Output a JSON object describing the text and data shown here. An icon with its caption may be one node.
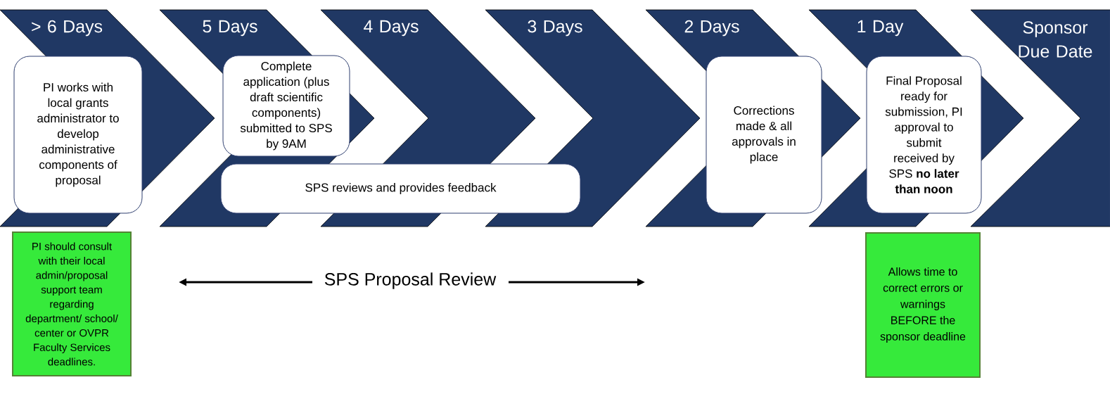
{
  "diagram": {
    "nodes": [
      {
        "text": [
          "> 6 Days"
        ]
      },
      {
        "text": [
          "5 Days"
        ]
      },
      {
        "text": [
          "4 Days"
        ]
      },
      {
        "text": [
          "3 Days"
        ]
      },
      {
        "text": [
          "2 Days"
        ]
      },
      {
        "text": [
          "1 Day"
        ]
      },
      {
        "text": [
          "Sponsor Due Date"
        ]
      },
      {
        "text": [
          "PI works with local grants administrator to develop administrative components of proposal"
        ],
        "in": 0
      },
      {
        "text": [
          "Complete application (plus draft scientific components) submitted to SPS by 9AM"
        ],
        "in": 1
      },
      {
        "text": [
          "SPS reviews and provides feedback"
        ]
      },
      {
        "text": [
          "Corrections made & all approvals in place"
        ],
        "in": 4
      },
      {
        "text": [
          "Final Proposal ready for submission, PI approval to submit received by SPS **no later than noon**"
        ],
        "in": 5
      },
      {
        "text": [
          "PI should consult with their local admin/proposal support team regarding department/ school/ center or OVPR Faculty Services deadlines."
        ]
      },
      {
        "text": [
          "Allows time to correct errors or warnings BEFORE the sponsor deadline"
        ]
      }
    ],
    "labels": [
      "SPS Proposal Review"
    ]
  }
}
